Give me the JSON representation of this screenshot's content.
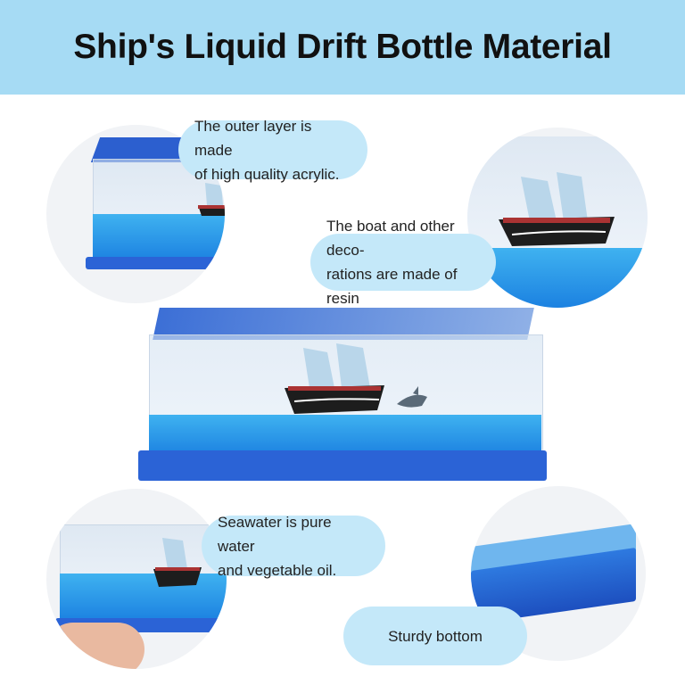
{
  "header": {
    "title": "Ship's Liquid Drift Bottle Material"
  },
  "callouts": [
    {
      "lines": [
        "The outer layer is made",
        "of high quality acrylic."
      ]
    },
    {
      "lines": [
        "The boat and other deco-",
        "rations are made of resin"
      ]
    },
    {
      "lines": [
        "Seawater is pure water",
        "and vegetable oil."
      ]
    },
    {
      "lines": [
        "Sturdy bottom"
      ]
    }
  ],
  "colors": {
    "header_bg": "#a6dbf4",
    "bubble_bg": "#c4e8f9",
    "water": "#2f9cec",
    "base": "#2b63d6"
  }
}
